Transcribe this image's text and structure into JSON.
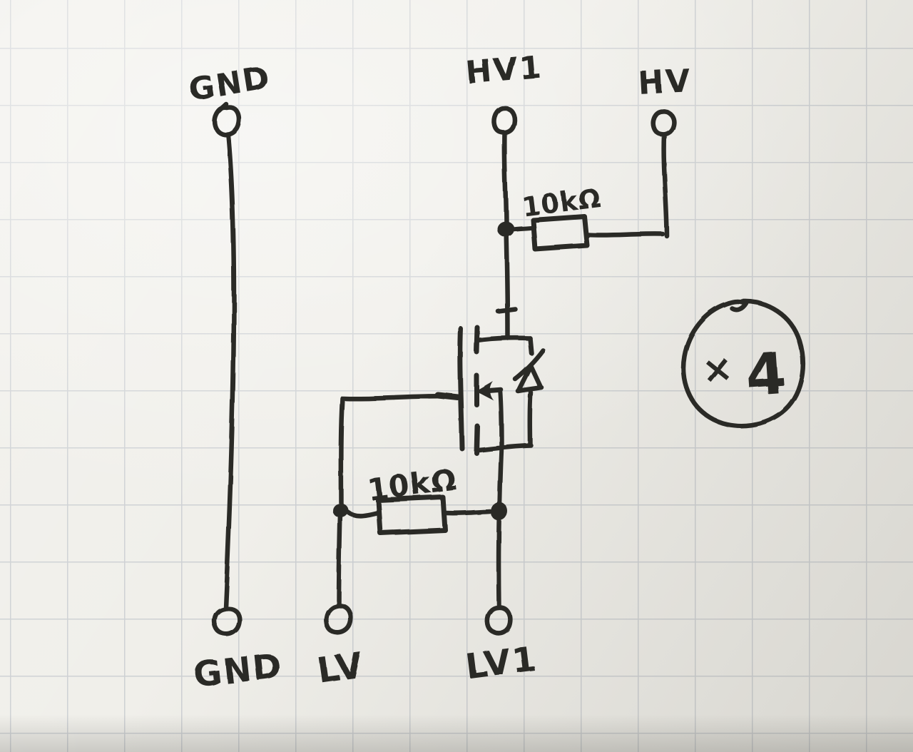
{
  "terminals": {
    "top": {
      "gnd": "GND",
      "hv1": "HV1",
      "hv": "HV"
    },
    "bottom": {
      "gnd": "GND",
      "lv": "LV",
      "lv1": "LV1"
    }
  },
  "resistors": {
    "top": "10kΩ",
    "bottom": "10kΩ"
  },
  "multiplier": {
    "sign": "×",
    "count": "4"
  },
  "colors": {
    "ink": "#2b2a27",
    "paper": "#f0efea",
    "grid": "#b2b7c1"
  }
}
